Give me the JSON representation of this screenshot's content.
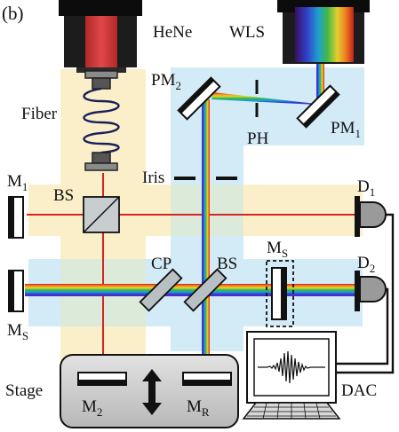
{
  "panel_label": "(b)",
  "sources": {
    "hene": "HeNe",
    "wls": "WLS"
  },
  "components": {
    "fiber": "Fiber",
    "bs_top": "BS",
    "bs_center": "BS",
    "cp": "CP",
    "iris": "Iris",
    "ph": "PH",
    "stage": "Stage",
    "dac": "DAC"
  },
  "mirrors": {
    "m1": {
      "main": "M",
      "sub": "1"
    },
    "ms_left": {
      "main": "M",
      "sub": "S"
    },
    "ms_right": {
      "main": "M",
      "sub": "S"
    },
    "m2": {
      "main": "M",
      "sub": "2"
    },
    "mr": {
      "main": "M",
      "sub": "R"
    },
    "pm1": {
      "main": "PM",
      "sub": "1"
    },
    "pm2": {
      "main": "PM",
      "sub": "2"
    }
  },
  "detectors": {
    "d1": {
      "main": "D",
      "sub": "1"
    },
    "d2": {
      "main": "D",
      "sub": "2"
    }
  },
  "colors": {
    "hene_region": "#fbefc9",
    "wls_region": "#d3ebf7",
    "overlap_region": "#dcebd9",
    "laser_beam": "#d42525",
    "hene_body": "#d43b3b",
    "optic_gray": "#9aa3a8",
    "stage_fill": "#c9c9c9"
  }
}
